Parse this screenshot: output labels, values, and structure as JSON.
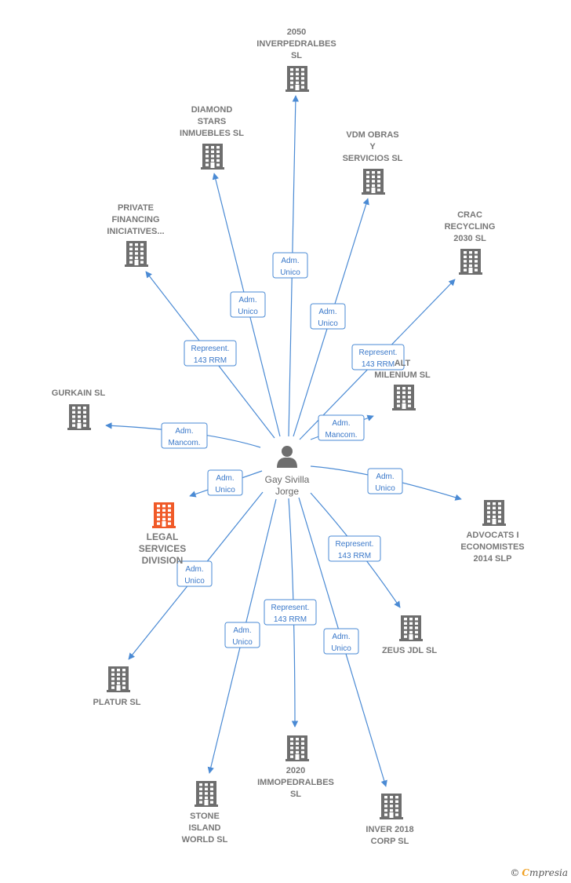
{
  "center": {
    "name_lines": [
      "Gay Sivilla",
      "Jorge"
    ],
    "icon": "person-icon"
  },
  "colors": {
    "edge": "#4a8ad4",
    "building": "#6e6e6e",
    "building_highlight": "#f05a28",
    "label": "#777777"
  },
  "nodes": [
    {
      "id": "inverpedralbes",
      "lines": [
        "2050",
        "INVERPEDRALBES",
        "SL"
      ],
      "icon": "building-icon"
    },
    {
      "id": "diamond-stars",
      "lines": [
        "DIAMOND",
        "STARS",
        "INMUEBLES SL"
      ],
      "icon": "building-icon"
    },
    {
      "id": "vdm-obras",
      "lines": [
        "VDM OBRAS",
        "Y",
        "SERVICIOS  SL"
      ],
      "icon": "building-icon"
    },
    {
      "id": "private-financing",
      "lines": [
        "PRIVATE",
        "FINANCING",
        "INICIATIVES..."
      ],
      "icon": "building-icon"
    },
    {
      "id": "crac-recycling",
      "lines": [
        "CRAC",
        "RECYCLING",
        "2030  SL"
      ],
      "icon": "building-icon"
    },
    {
      "id": "alt-milenium",
      "lines": [
        "ALT",
        "MILENIUM  SL"
      ],
      "icon": "building-icon"
    },
    {
      "id": "gurkain",
      "lines": [
        "GURKAIN  SL"
      ],
      "icon": "building-icon"
    },
    {
      "id": "legal-services",
      "lines": [
        "LEGAL",
        "SERVICES",
        "DIVISION"
      ],
      "icon": "building-icon",
      "highlight": true
    },
    {
      "id": "advocats",
      "lines": [
        "ADVOCATS I",
        "ECONOMISTES",
        "2014  SLP"
      ],
      "icon": "building-icon"
    },
    {
      "id": "zeus-jdl",
      "lines": [
        "ZEUS JDL  SL"
      ],
      "icon": "building-icon"
    },
    {
      "id": "platur",
      "lines": [
        "PLATUR  SL"
      ],
      "icon": "building-icon"
    },
    {
      "id": "immopedralbes",
      "lines": [
        "2020",
        "IMMOPEDRALBES",
        "SL"
      ],
      "icon": "building-icon"
    },
    {
      "id": "stone-island",
      "lines": [
        "STONE",
        "ISLAND",
        "WORLD  SL"
      ],
      "icon": "building-icon"
    },
    {
      "id": "inver-2018",
      "lines": [
        "INVER 2018",
        "CORP  SL"
      ],
      "icon": "building-icon"
    }
  ],
  "edges": [
    {
      "to": "inverpedralbes",
      "label": [
        "Adm.",
        "Unico"
      ]
    },
    {
      "to": "diamond-stars",
      "label": [
        "Adm.",
        "Unico"
      ]
    },
    {
      "to": "vdm-obras",
      "label": [
        "Adm.",
        "Unico"
      ]
    },
    {
      "to": "private-financing",
      "label": [
        "Represent.",
        "143 RRM"
      ]
    },
    {
      "to": "crac-recycling",
      "label": [
        "Represent.",
        "143 RRM"
      ]
    },
    {
      "to": "alt-milenium",
      "label": [
        "Adm.",
        "Mancom."
      ]
    },
    {
      "to": "gurkain",
      "label": [
        "Adm.",
        "Mancom."
      ]
    },
    {
      "to": "legal-services",
      "label": [
        "Adm.",
        "Unico"
      ]
    },
    {
      "to": "advocats",
      "label": [
        "Adm.",
        "Unico"
      ]
    },
    {
      "to": "zeus-jdl",
      "label": [
        "Represent.",
        "143 RRM"
      ]
    },
    {
      "to": "platur",
      "label": [
        "Adm.",
        "Unico"
      ]
    },
    {
      "to": "immopedralbes",
      "label": [
        "Represent.",
        "143 RRM"
      ]
    },
    {
      "to": "stone-island",
      "label": [
        "Adm.",
        "Unico"
      ]
    },
    {
      "to": "inver-2018",
      "label": [
        "Adm.",
        "Unico"
      ]
    }
  ],
  "brand": {
    "copyright": "©",
    "first_letter": "C",
    "rest": "mpresia"
  }
}
